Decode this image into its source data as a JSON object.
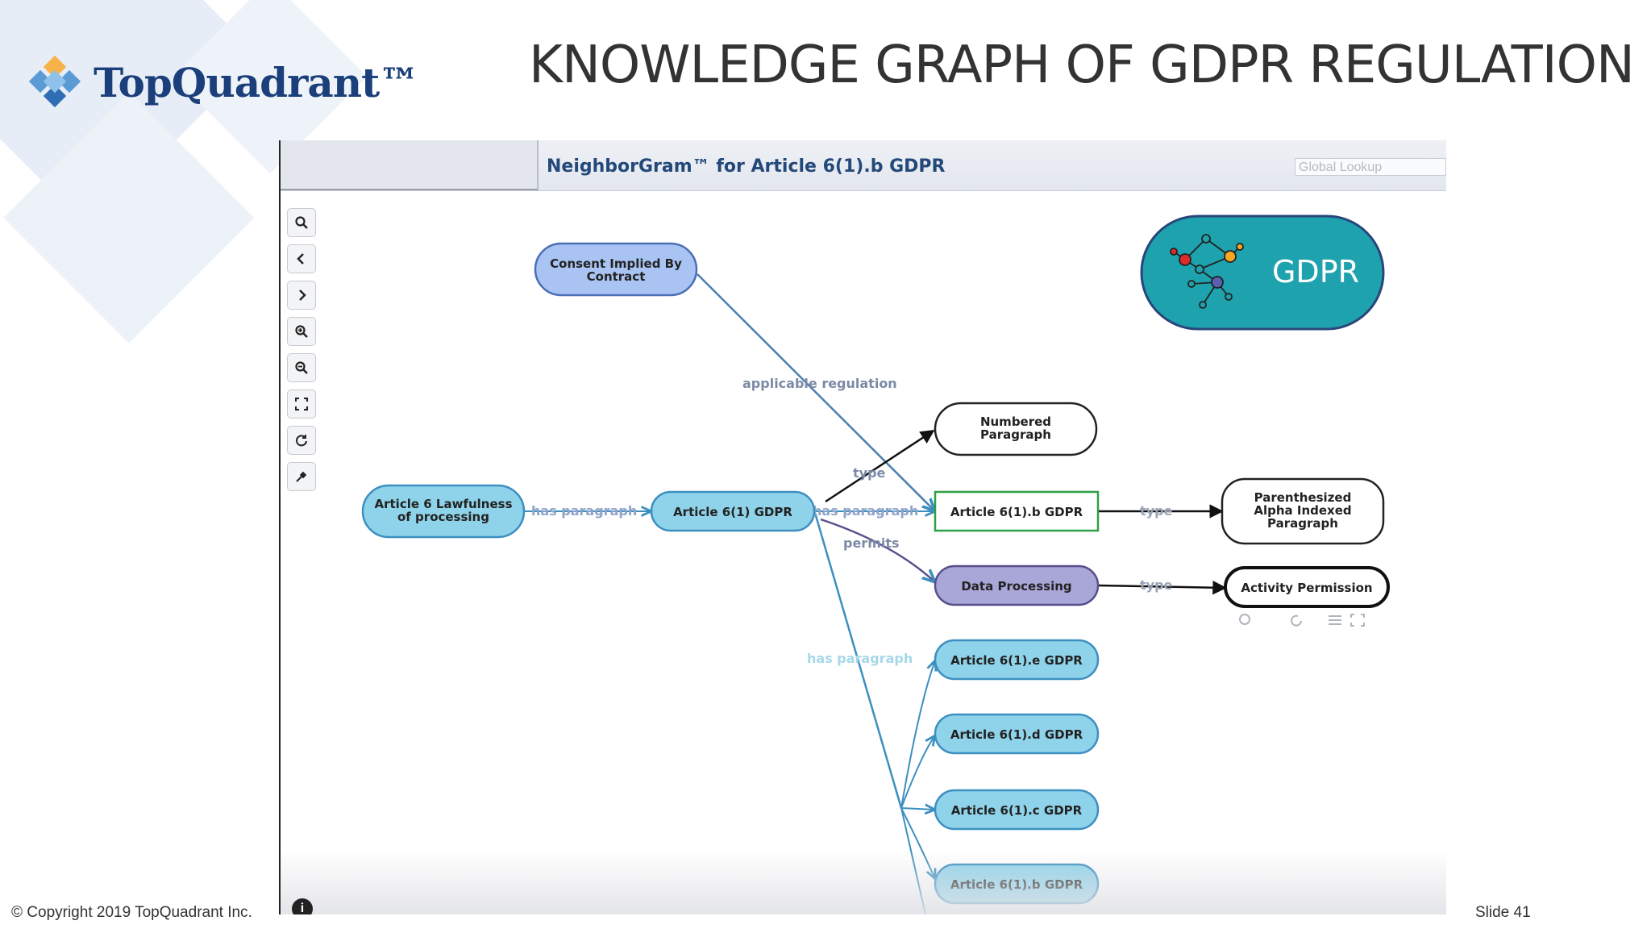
{
  "slide": {
    "title": "KNOWLEDGE GRAPH OF GDPR REGULATION",
    "logo_text": "TopQuadrant™",
    "copyright": "© Copyright 2019  TopQuadrant Inc.",
    "slide_number": "Slide 41"
  },
  "app": {
    "header_title": "NeighborGram™ for Article 6(1).b GDPR",
    "lookup_placeholder": "Global Lookup",
    "toolbar": [
      "search-icon",
      "chevron-left-icon",
      "chevron-right-icon",
      "zoom-in-icon",
      "zoom-out-icon",
      "fit-screen-icon",
      "refresh-icon",
      "pin-icon"
    ]
  },
  "badge": {
    "label": "GDPR",
    "color": "#1ea2ad"
  },
  "nodes": {
    "consent": [
      "Consent Implied By",
      "Contract"
    ],
    "article6": [
      "Article 6  Lawfulness",
      "of processing"
    ],
    "article61": "Article 6(1) GDPR",
    "numbered": [
      "Numbered",
      "Paragraph"
    ],
    "article61b": "Article 6(1).b GDPR",
    "parenthesized": [
      "Parenthesized",
      "Alpha Indexed",
      "Paragraph"
    ],
    "data_processing": "Data Processing",
    "activity_permission": "Activity Permission",
    "article61e": "Article 6(1).e GDPR",
    "article61d": "Article 6(1).d GDPR",
    "article61c": "Article 6(1).c GDPR",
    "article61b_2": "Article 6(1).b GDPR"
  },
  "edges": {
    "applicable_regulation": "applicable regulation",
    "has_paragraph": "has paragraph",
    "has_paragraph_2": "has paragraph",
    "has_paragraph_3": "has paragraph",
    "type_1": "type",
    "type_2": "type",
    "type_3": "type",
    "permits": "permits"
  },
  "colors": {
    "light_blue": "#8fd3ea",
    "periwinkle": "#a9c4f2",
    "lavender": "#a9a6d8",
    "selected_border": "#2d9f46",
    "title_color": "#23487a"
  }
}
